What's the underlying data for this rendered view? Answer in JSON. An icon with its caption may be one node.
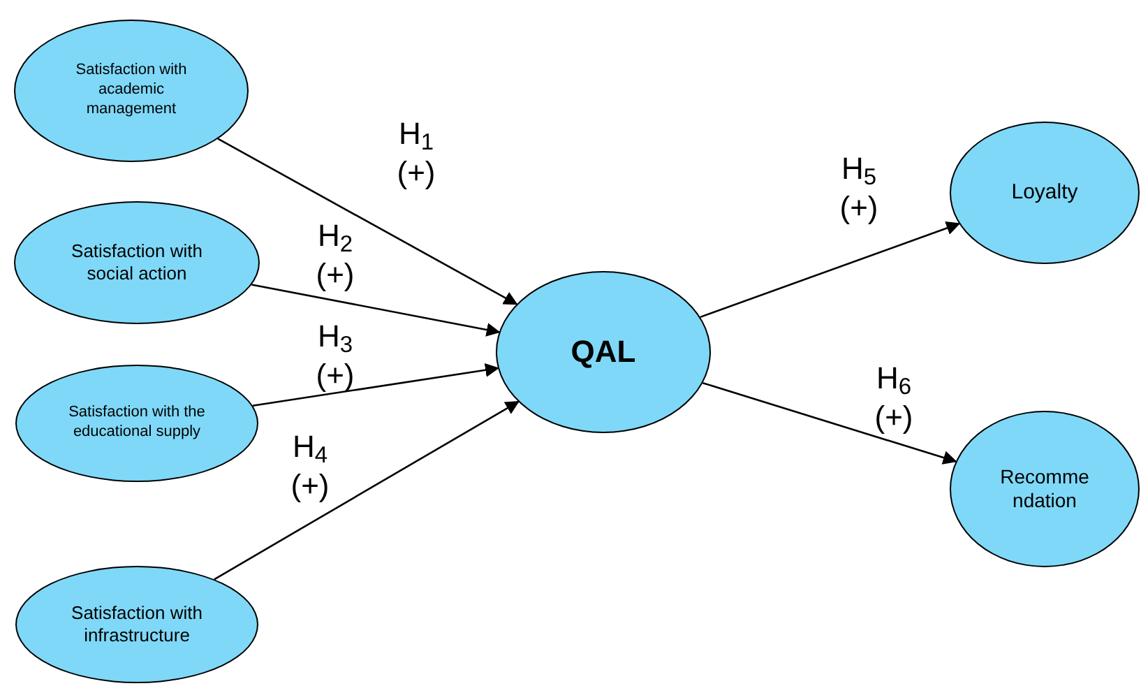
{
  "diagram": {
    "nodes": [
      {
        "text": [
          "Satisfaction with academic management"
        ]
      },
      {
        "text": [
          "Satisfaction with social action"
        ]
      },
      {
        "text": [
          "Satisfaction with the educational supply"
        ]
      },
      {
        "text": [
          "Satisfaction with infrastructure"
        ]
      },
      {
        "text": [
          "QAL"
        ]
      },
      {
        "text": [
          "Loyalty"
        ]
      },
      {
        "text": [
          "Recomme ndation"
        ]
      }
    ],
    "edges": [
      {
        "from": 0,
        "to": 4,
        "arrow": "to",
        "label": "H$_{1}$ (+)"
      },
      {
        "from": 1,
        "to": 4,
        "arrow": "to",
        "label": "H$_{2}$ (+)"
      },
      {
        "from": 2,
        "to": 4,
        "arrow": "to",
        "label": "H$_{3}$ (+)"
      },
      {
        "from": 3,
        "to": 4,
        "arrow": "to",
        "label": "H$_{4}$ (+)"
      },
      {
        "from": 4,
        "to": 5,
        "arrow": "to",
        "label": "H$_{5}$ (+)"
      },
      {
        "from": 4,
        "to": 6,
        "arrow": "to",
        "label": "H$_{6}$ (+)"
      }
    ]
  }
}
